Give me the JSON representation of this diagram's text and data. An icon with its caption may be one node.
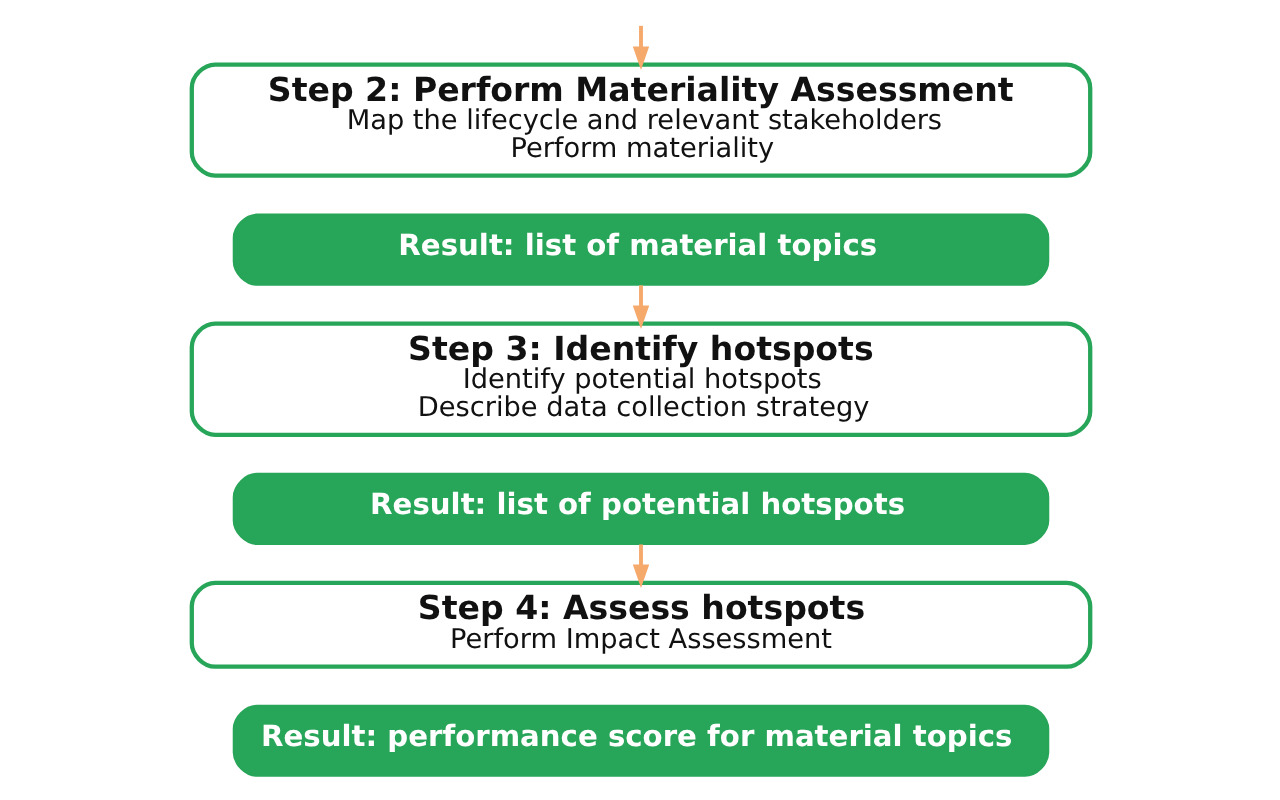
{
  "diagram": {
    "nodes": [
      {
        "text": [
          "Step 2: Perform Materiality Assessment",
          "Map the lifecycle and relevant stakeholders",
          "Perform materiality"
        ]
      },
      {
        "text": [
          "Result: list of material topics"
        ]
      },
      {
        "text": [
          "Step 3: Identify hotspots",
          "Identify potential hotspots",
          "Describe data collection strategy"
        ]
      },
      {
        "text": [
          "Result: list of potential hotspots"
        ]
      },
      {
        "text": [
          "Step 4: Assess hotspots",
          "Perform Impact Assessment"
        ]
      },
      {
        "text": [
          "Result: performance score for material topics"
        ]
      }
    ],
    "edges": [
      {
        "from": null,
        "to": 0,
        "arrow": "to"
      },
      {
        "from": 1,
        "to": 2,
        "arrow": "to"
      },
      {
        "from": 3,
        "to": 4,
        "arrow": "to"
      }
    ]
  }
}
